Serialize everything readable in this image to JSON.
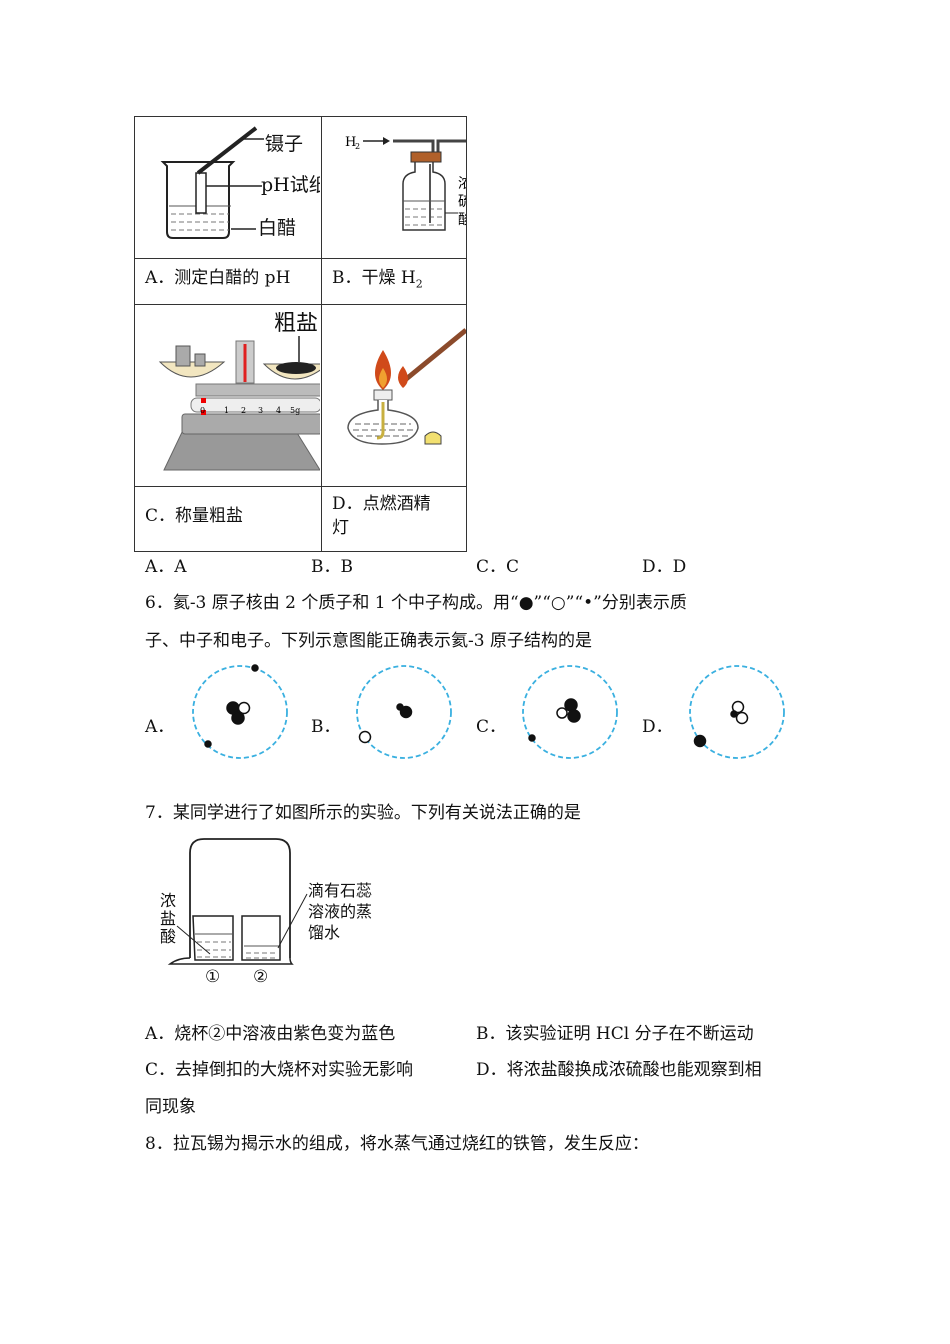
{
  "q5": {
    "cells": [
      {
        "label": "A．测定白醋的 pH",
        "figure_labels": [
          "镊子",
          "pH试纸",
          "白醋"
        ]
      },
      {
        "label_prefix": "B．干燥 H",
        "label_sub": "2",
        "figure_labels": [
          "H2",
          "浓硫酸"
        ]
      },
      {
        "label": "C．称量粗盐",
        "figure_labels": [
          "粗盐",
          "0",
          "1",
          "2",
          "3",
          "4",
          "5g"
        ]
      },
      {
        "label_line1": "D．点燃酒精",
        "label_line2": "灯"
      }
    ],
    "options": [
      "A．A",
      "B．B",
      "C．C",
      "D．D"
    ]
  },
  "q6": {
    "line1": "6．氦-3 原子核由 2 个质子和 1 个中子构成。用“●”“○”“•”分别表示质",
    "line2": "子、中子和电子。下列示意图能正确表示氦-3 原子结构的是",
    "options": [
      "A．",
      "B．",
      "C．",
      "D．"
    ],
    "orbit_color": "#3ab0e0"
  },
  "q7": {
    "stem": "7．某同学进行了如图所示的实验。下列有关说法正确的是",
    "figure": {
      "left_label": [
        "浓",
        "盐",
        "酸"
      ],
      "right_label": [
        "滴有石蕊",
        "溶液的蒸",
        "馏水"
      ],
      "beaker1": "①",
      "beaker2": "②"
    },
    "options": [
      "A．烧杯②中溶液由紫色变为蓝色",
      "B．该实验证明 HCl 分子在不断运动",
      "C．去掉倒扣的大烧杯对实验无影响",
      "D．将浓盐酸换成浓硫酸也能观察到相"
    ],
    "option_d_cont": "同现象"
  },
  "q8": {
    "stem": "8．拉瓦锡为揭示水的组成，将水蒸气通过烧红的铁管，发生反应："
  }
}
